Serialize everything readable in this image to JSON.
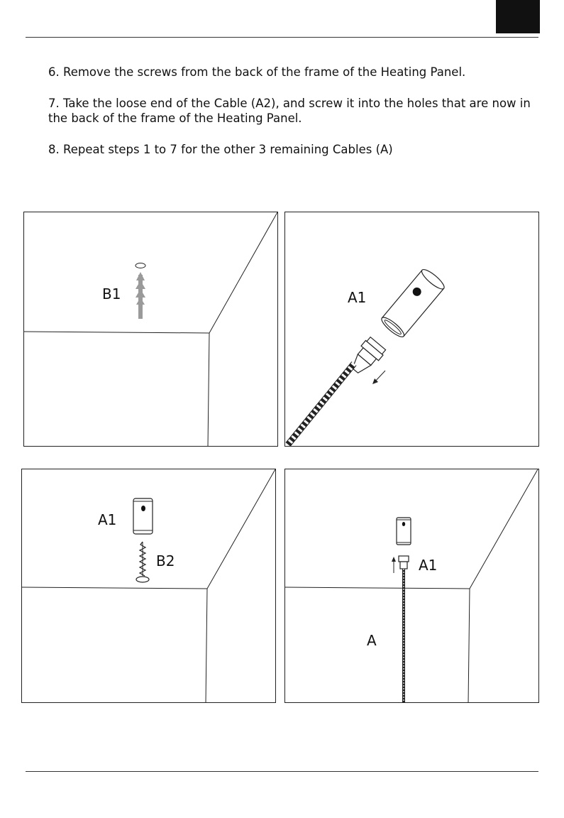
{
  "instructions": [
    "6. Remove the screws from the back of the frame of the Heating Panel.",
    "7. Take the loose end of the Cable (A2), and screw it into the holes that are now in the back of the frame of the Heating Panel.",
    "8. Repeat steps 1 to 7 for the other 3 remaining Cables (A)"
  ],
  "figures": {
    "fig1": {
      "label": "B1"
    },
    "fig2": {
      "label": "A1"
    },
    "fig3": {
      "label_top": "A1",
      "label_bottom": "B2"
    },
    "fig4": {
      "label_top": "A1",
      "label_bottom": "A"
    }
  },
  "colors": {
    "line": "#222222",
    "part_fill": "#9a9a9a"
  }
}
